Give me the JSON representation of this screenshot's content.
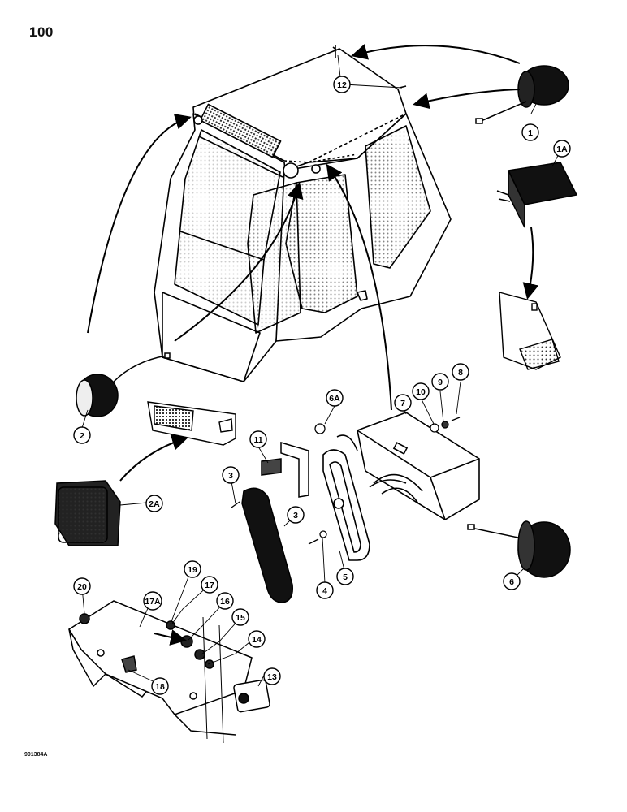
{
  "page_number": "100",
  "figure_code": "901384A",
  "components": [
    {
      "id": "cab",
      "name": "operator-cab"
    },
    {
      "id": "lamp-round",
      "name": "round-work-lamp"
    },
    {
      "id": "lamp-rect",
      "name": "rectangular-work-lamp"
    },
    {
      "id": "bracket-box",
      "name": "lamp-bracket-box"
    },
    {
      "id": "switch-panel",
      "name": "switch-panel-bracket"
    }
  ],
  "callouts": [
    "1",
    "1A",
    "2",
    "2A",
    "3",
    "3",
    "4",
    "5",
    "6",
    "6A",
    "7",
    "8",
    "9",
    "10",
    "11",
    "12",
    "13",
    "14",
    "15",
    "16",
    "17",
    "17A",
    "18",
    "19",
    "20"
  ]
}
